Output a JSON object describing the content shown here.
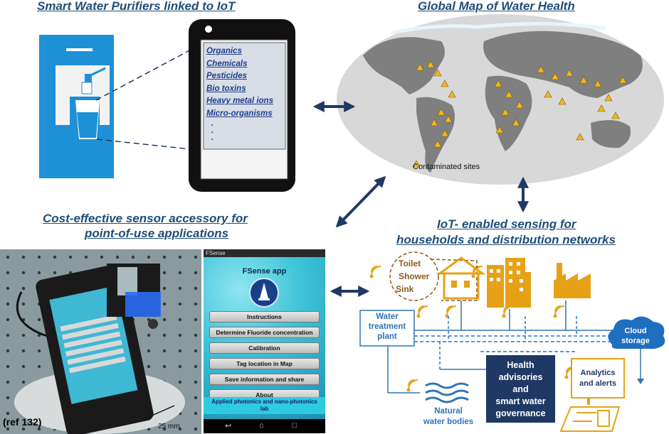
{
  "headings": {
    "purifiers": "Smart Water Purifiers linked to IoT",
    "map": "Global Map of Water Health",
    "sensor_line1": "Cost-effective sensor accessory for",
    "sensor_line2": "point-of-use applications",
    "iot_line1": "IoT- enabled sensing for",
    "iot_line2": "households and distribution networks"
  },
  "phone_list": [
    "Organics",
    "Chemicals",
    "Pesticides",
    "Bio toxins",
    "Heavy metal ions",
    "Micro-organisms"
  ],
  "phone_dots": [
    ".",
    ".",
    "."
  ],
  "map_legend": "Contaminated sites",
  "photo": {
    "ref": "(ref 132)",
    "scale": "25 mm"
  },
  "app": {
    "status": "FSense",
    "title": "FSense app",
    "buttons": [
      "Instructions",
      "Determine Fluoride concentration",
      "Calibration",
      "Tag location in Map",
      "Save information and share",
      "About"
    ],
    "footer_line1": "Applied photonics and nano-photonics",
    "footer_line2": "lab"
  },
  "network": {
    "house_items": [
      "Toilet",
      "Shower",
      "Sink"
    ],
    "water_treatment": [
      "Water",
      "treatment",
      "plant"
    ],
    "cloud": [
      "Cloud",
      "storage"
    ],
    "health": [
      "Health",
      "advisories",
      "and",
      "smart water",
      "governance"
    ],
    "analytics": [
      "Analytics",
      "and alerts"
    ],
    "natural": [
      "Natural",
      "water bodies"
    ]
  },
  "colors": {
    "heading": "#1f4e79",
    "arrow": "#1f3864",
    "purifier": "#1e90d6",
    "gold": "#e6a117",
    "network_blue": "#2e75b6",
    "navy": "#1f3864"
  }
}
